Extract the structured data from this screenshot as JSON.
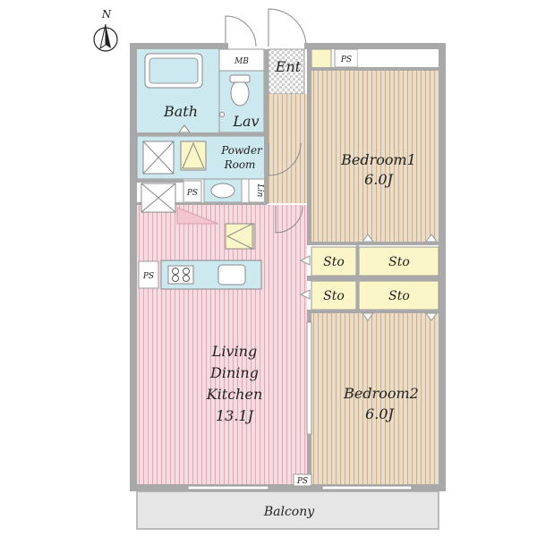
{
  "compass": {
    "label": "N"
  },
  "rooms": {
    "mb": "MB",
    "ent": "Ent",
    "ps_top": "PS",
    "bath": "Bath",
    "lav": "Lav",
    "powder_line1": "Powder",
    "powder_line2": "Room",
    "ps_powder": "PS",
    "lin": "Lin",
    "bedroom1_name": "Bedroom1",
    "bedroom1_size": "6.0J",
    "sto_1": "Sto",
    "sto_2": "Sto",
    "sto_3": "Sto",
    "sto_4": "Sto",
    "ps_kitchen": "PS",
    "ldk_line1": "Living",
    "ldk_line2": "Dining",
    "ldk_line3": "Kitchen",
    "ldk_size": "13.1J",
    "bedroom2_name": "Bedroom2",
    "bedroom2_size": "6.0J",
    "ps_bottom": "PS",
    "balcony": "Balcony"
  },
  "colors": {
    "wall": "#a9a9a9",
    "bath_wet": "#cde9f0",
    "ldk_floor": "#f6dbe1",
    "bedroom_floor": "#eadcc6",
    "storage": "#fbf6c8",
    "entry": "#efe2b8",
    "balcony": "#e6e6e6"
  }
}
